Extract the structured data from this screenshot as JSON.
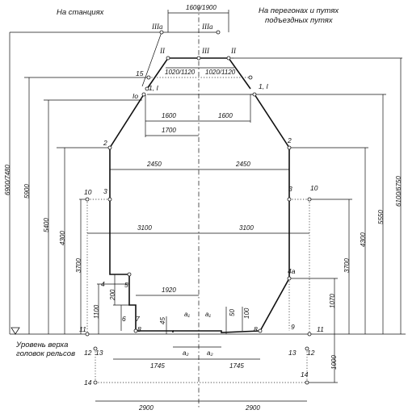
{
  "headers": {
    "left": "На станциях",
    "right_line1": "На перегонах и путях",
    "right_line2": "подъездных путях"
  },
  "rail_label": {
    "line1": "Уровень верха",
    "line2": "головок рельсов"
  },
  "dimensions": {
    "top_width": "1600/1900",
    "level_III_left": "1020/1120",
    "level_III_right": "1020/1120",
    "half_1600_left": "1600",
    "half_1600_right": "1600",
    "half_1700": "1700",
    "half_2450_left": "2450",
    "half_2450_right": "2450",
    "half_3100_left": "3100",
    "half_3100_right": "3100",
    "platform_1920": "1920",
    "a1_left": "a₁",
    "a1_right": "a₁",
    "a2_left": "a₂",
    "a2_right": "a₂",
    "d_45": "45",
    "d_50": "50",
    "d_100": "100",
    "d_200": "200",
    "d_1100": "1100",
    "d_1745_left": "1745",
    "d_1745_right": "1745",
    "d_2900_left": "2900",
    "d_2900_right": "2900",
    "d_1000": "1000",
    "d_1070": "1070",
    "h_6900_7480": "6900/7480",
    "h_5900": "5900",
    "h_5400": "5400",
    "h_4300_left": "4300",
    "h_3700_left": "3700",
    "h_6100_6750": "6100/6750",
    "h_5550": "5550",
    "h_4300_right": "4300",
    "h_3700_right": "3700"
  },
  "points": {
    "IIIa_left": "IIIa",
    "IIIa_center": "IIIa",
    "II_left": "II",
    "III_center": "III",
    "II_right": "II",
    "p15": "15",
    "p1I_left": "1, I",
    "Io": "Io",
    "p1I_right": "1, I",
    "p2_left": "2",
    "p2_right": "2",
    "p10_left": "10",
    "p3_left": "3",
    "p3_right": "3",
    "p10_right": "10",
    "p4_left": "4",
    "p5_left": "5",
    "p4a_right": "4a",
    "p6_left": "6",
    "p7_left": "7",
    "p8_left": "8",
    "p8_right": "8",
    "p9_right": "9",
    "p11_left": "11",
    "p11_right": "11",
    "p12_left": "12",
    "p13_left": "13",
    "p13_right": "13",
    "p12_right": "12",
    "p14_left": "14",
    "p14_right": "14"
  }
}
